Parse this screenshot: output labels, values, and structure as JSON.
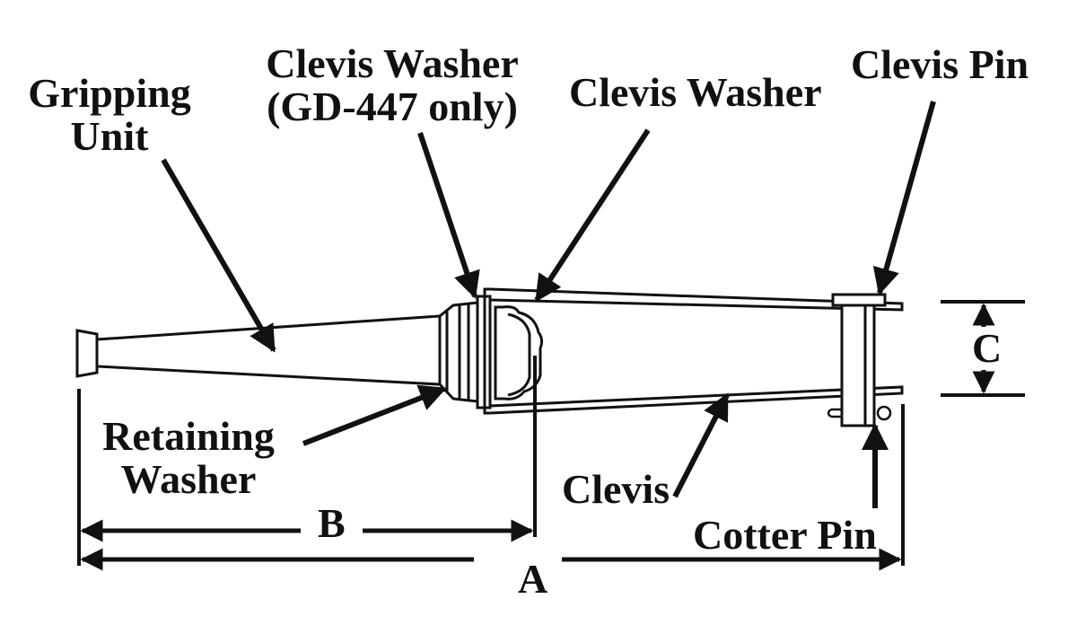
{
  "labels": {
    "gripping_unit_line1": "Gripping",
    "gripping_unit_line2": "Unit",
    "clevis_washer_gd447_line1": "Clevis Washer",
    "clevis_washer_gd447_line2": "(GD-447 only)",
    "clevis_washer": "Clevis Washer",
    "clevis_pin": "Clevis Pin",
    "retaining_washer_line1": "Retaining",
    "retaining_washer_line2": "Washer",
    "clevis": "Clevis",
    "cotter_pin": "Cotter Pin"
  },
  "dimensions": {
    "a": "A",
    "b": "B",
    "c": "C"
  },
  "colors": {
    "ink": "#111111",
    "background": "#ffffff"
  }
}
